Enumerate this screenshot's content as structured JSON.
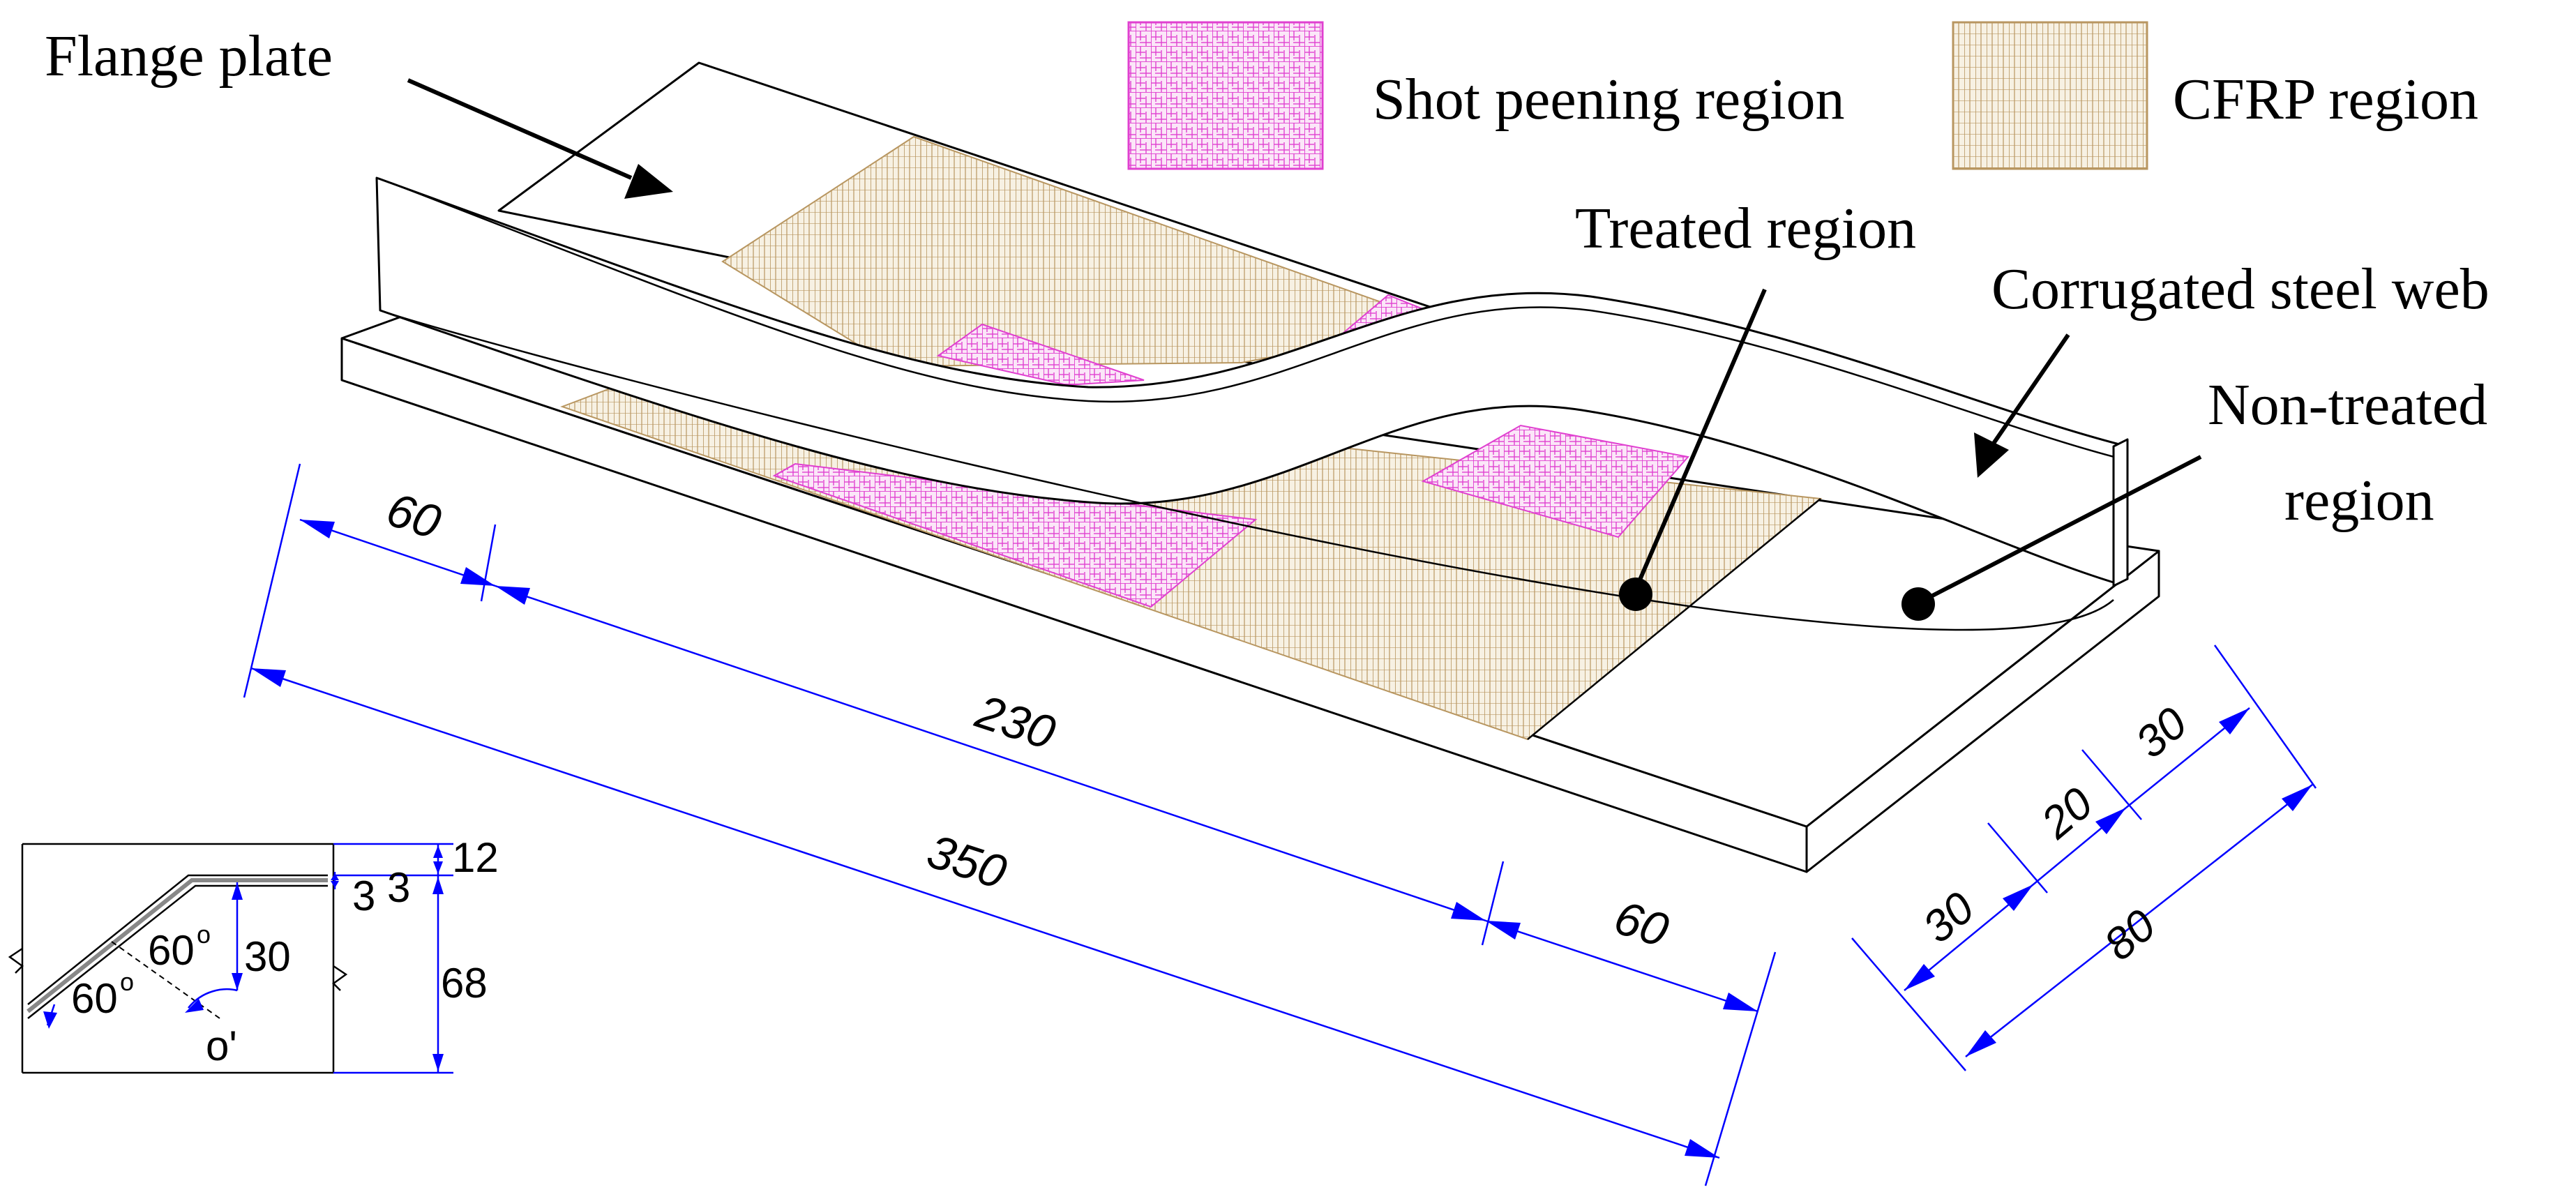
{
  "legend": {
    "shot_peening": "Shot peening region",
    "cfrp": "CFRP region"
  },
  "labels": {
    "flange_plate": "Flange plate",
    "treated_region": "Treated region",
    "corrugated_web": "Corrugated steel web",
    "non_treated_line1": "Non-treated",
    "non_treated_line2": "region"
  },
  "dimensions": {
    "left_end": "60",
    "middle": "230",
    "total_length": "350",
    "right_end": "60",
    "width_a": "30",
    "width_b": "20",
    "width_c": "30",
    "width_total": "80"
  },
  "detail": {
    "angle_upper": "60",
    "angle_lower": "60",
    "degree_mark": "o",
    "height_30": "30",
    "thick_12": "12",
    "thick_3a": "3",
    "thick_3b": "3",
    "height_68": "68",
    "origin": "o'"
  },
  "colors": {
    "shot_peening": "#e040d0",
    "cfrp": "#c8a870",
    "dimension_line": "#0000ff",
    "arrowhead": "#0000ff"
  }
}
